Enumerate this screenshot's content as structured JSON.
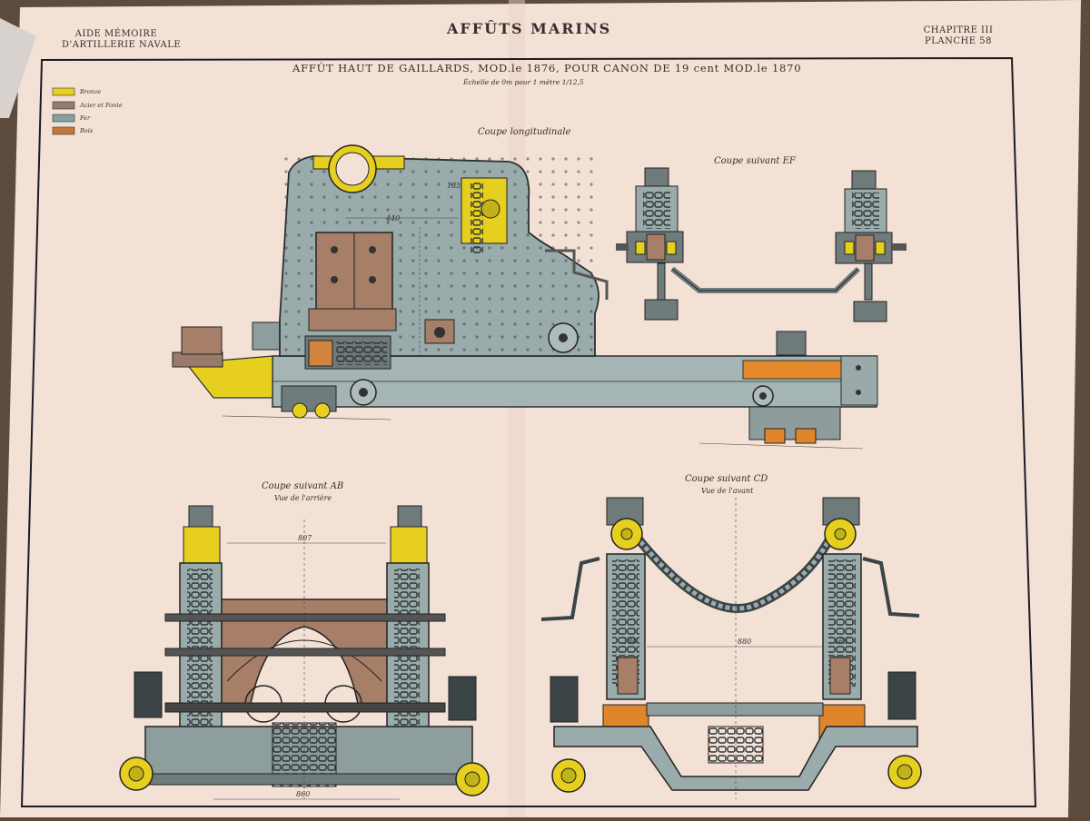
{
  "header": {
    "left_line1": "AIDE MÉMOIRE",
    "left_line2": "D'ARTILLERIE NAVALE",
    "center_title": "AFFÛTS MARINS",
    "right_line1": "CHAPITRE III",
    "right_line2": "PLANCHE 58"
  },
  "plate": {
    "title": "AFFÛT HAUT DE GAILLARDS, MOD.le 1876, POUR CANON DE 19 cent MOD.le 1870",
    "scale": "Échelle de 0m pour 1 mètre 1/12,5"
  },
  "legend": [
    {
      "label": "Bronze",
      "color": "#e8d020"
    },
    {
      "label": "Acier et Fonte",
      "color": "#9a7a6a"
    },
    {
      "label": "Fer",
      "color": "#8aa0a8"
    },
    {
      "label": "Bois",
      "color": "#c07840"
    }
  ],
  "views": {
    "longitudinal": {
      "title": "Coupe longitudinale"
    },
    "ef": {
      "title": "Coupe suivant EF"
    },
    "ab": {
      "title": "Coupe suivant AB",
      "subtitle": "Vue de l'arrière"
    },
    "cd": {
      "title": "Coupe suivant CD",
      "subtitle": "Vue de l'avant"
    }
  },
  "dimensions": {
    "long_a": "440",
    "long_b": "185",
    "ab_top": "807",
    "ab_bottom": "860",
    "cd_left": "180",
    "cd_mid": "880",
    "cd_right": "160"
  },
  "colors": {
    "paper": "#f3e1d6",
    "iron": "#9aabab",
    "bronze": "#e6cf1e",
    "steel": "#a47c66",
    "wood": "#d2843e",
    "frame": "#1c1c22"
  }
}
